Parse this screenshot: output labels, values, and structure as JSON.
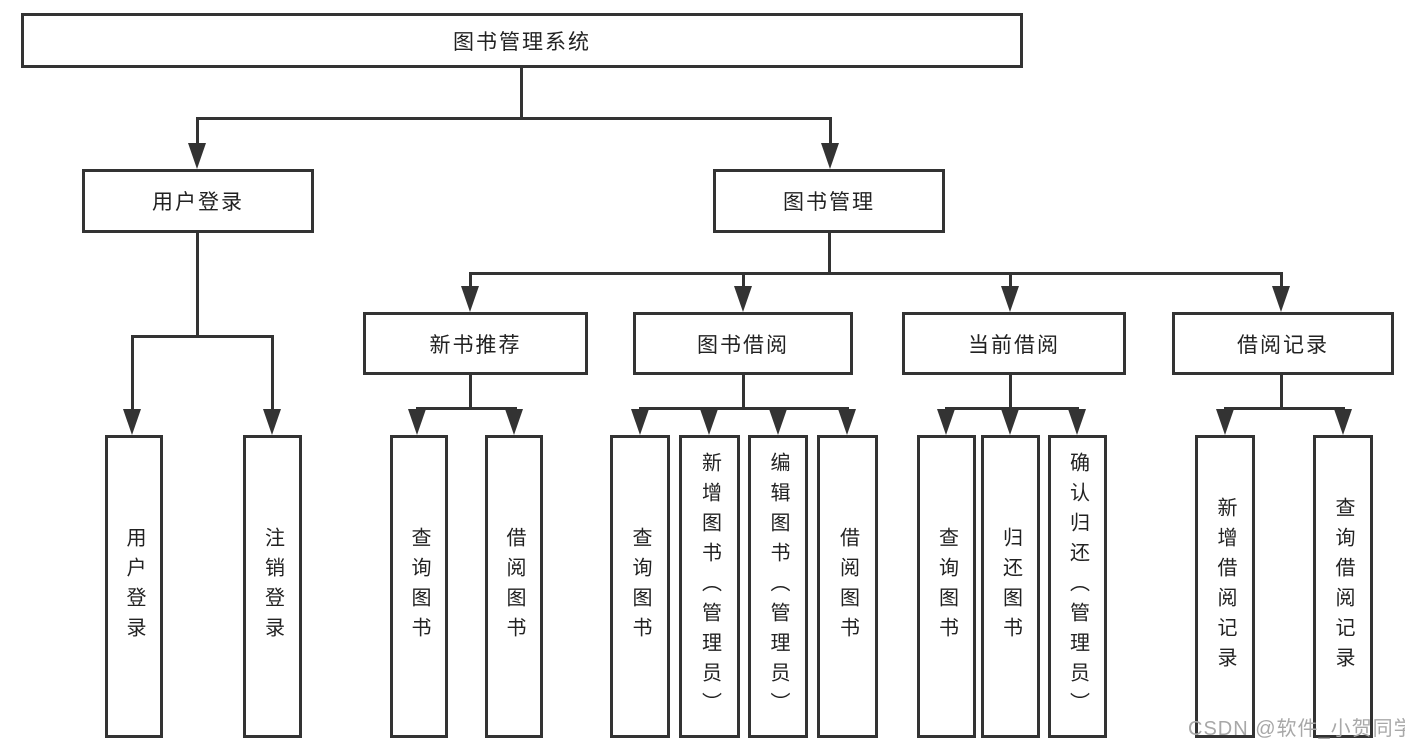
{
  "diagram": {
    "title_note": "library management system function structure chart",
    "root": {
      "label": "图书管理系统"
    },
    "level2": [
      "用户登录",
      "图书管理"
    ],
    "level3": [
      "新书推荐",
      "图书借阅",
      "当前借阅",
      "借阅记录"
    ],
    "leaves": [
      "用户登录",
      "注销登录",
      "查询图书",
      "借阅图书",
      "查询图书",
      "新增图书（管理员）",
      "编辑图书（管理员）",
      "借阅图书",
      "查询图书",
      "归还图书",
      "确认归还（管理员）",
      "新增借阅记录",
      "查询借阅记录"
    ],
    "watermark": "CSDN @软件_小贺同学",
    "colors": {
      "line": "#333333",
      "text": "#222222",
      "watermark": "#a8a8a8",
      "background": "#ffffff"
    }
  }
}
